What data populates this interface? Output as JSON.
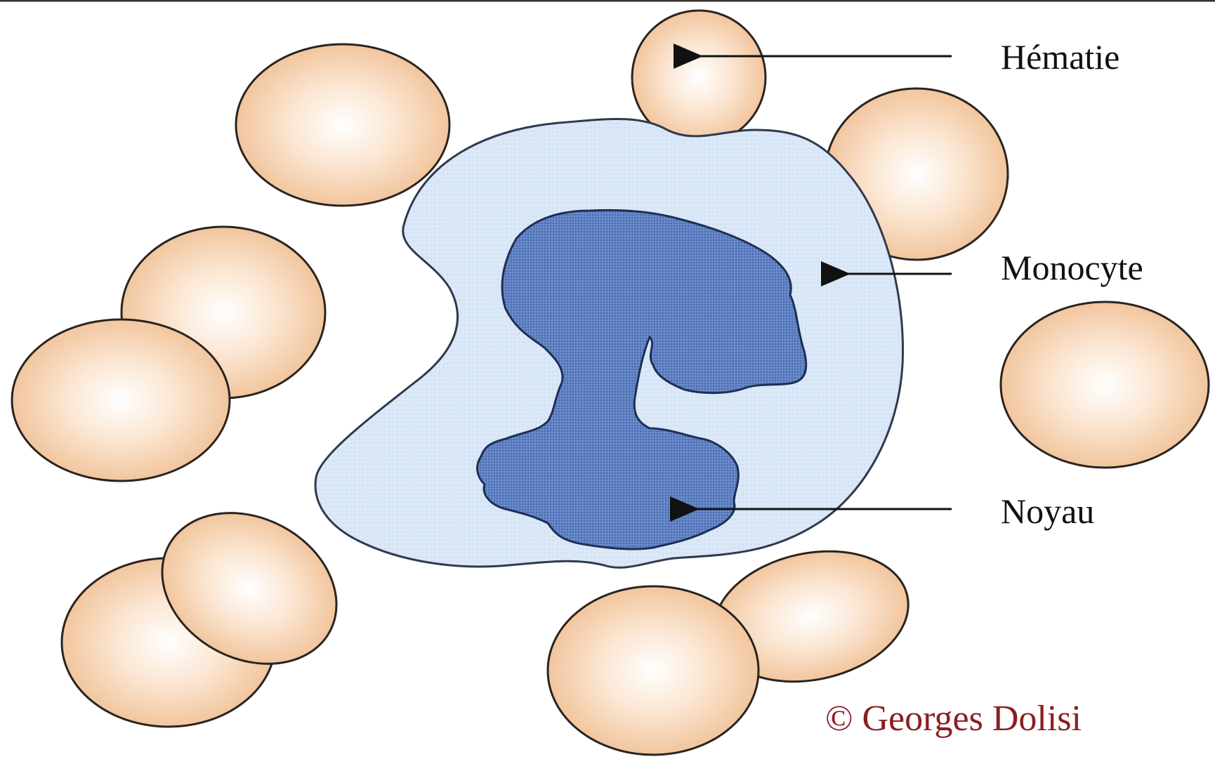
{
  "labels": {
    "hematie": "Hématie",
    "monocyte": "Monocyte",
    "noyau": "Noyau"
  },
  "credit": "© Georges Dolisi",
  "colors": {
    "red_cell_fill": "#f2c49a",
    "red_cell_center": "#ffffff",
    "cytoplasm": "#d7e6f7",
    "nucleus": "#5a7ec4",
    "outline": "#2a2420",
    "credit": "#8a1f22"
  }
}
